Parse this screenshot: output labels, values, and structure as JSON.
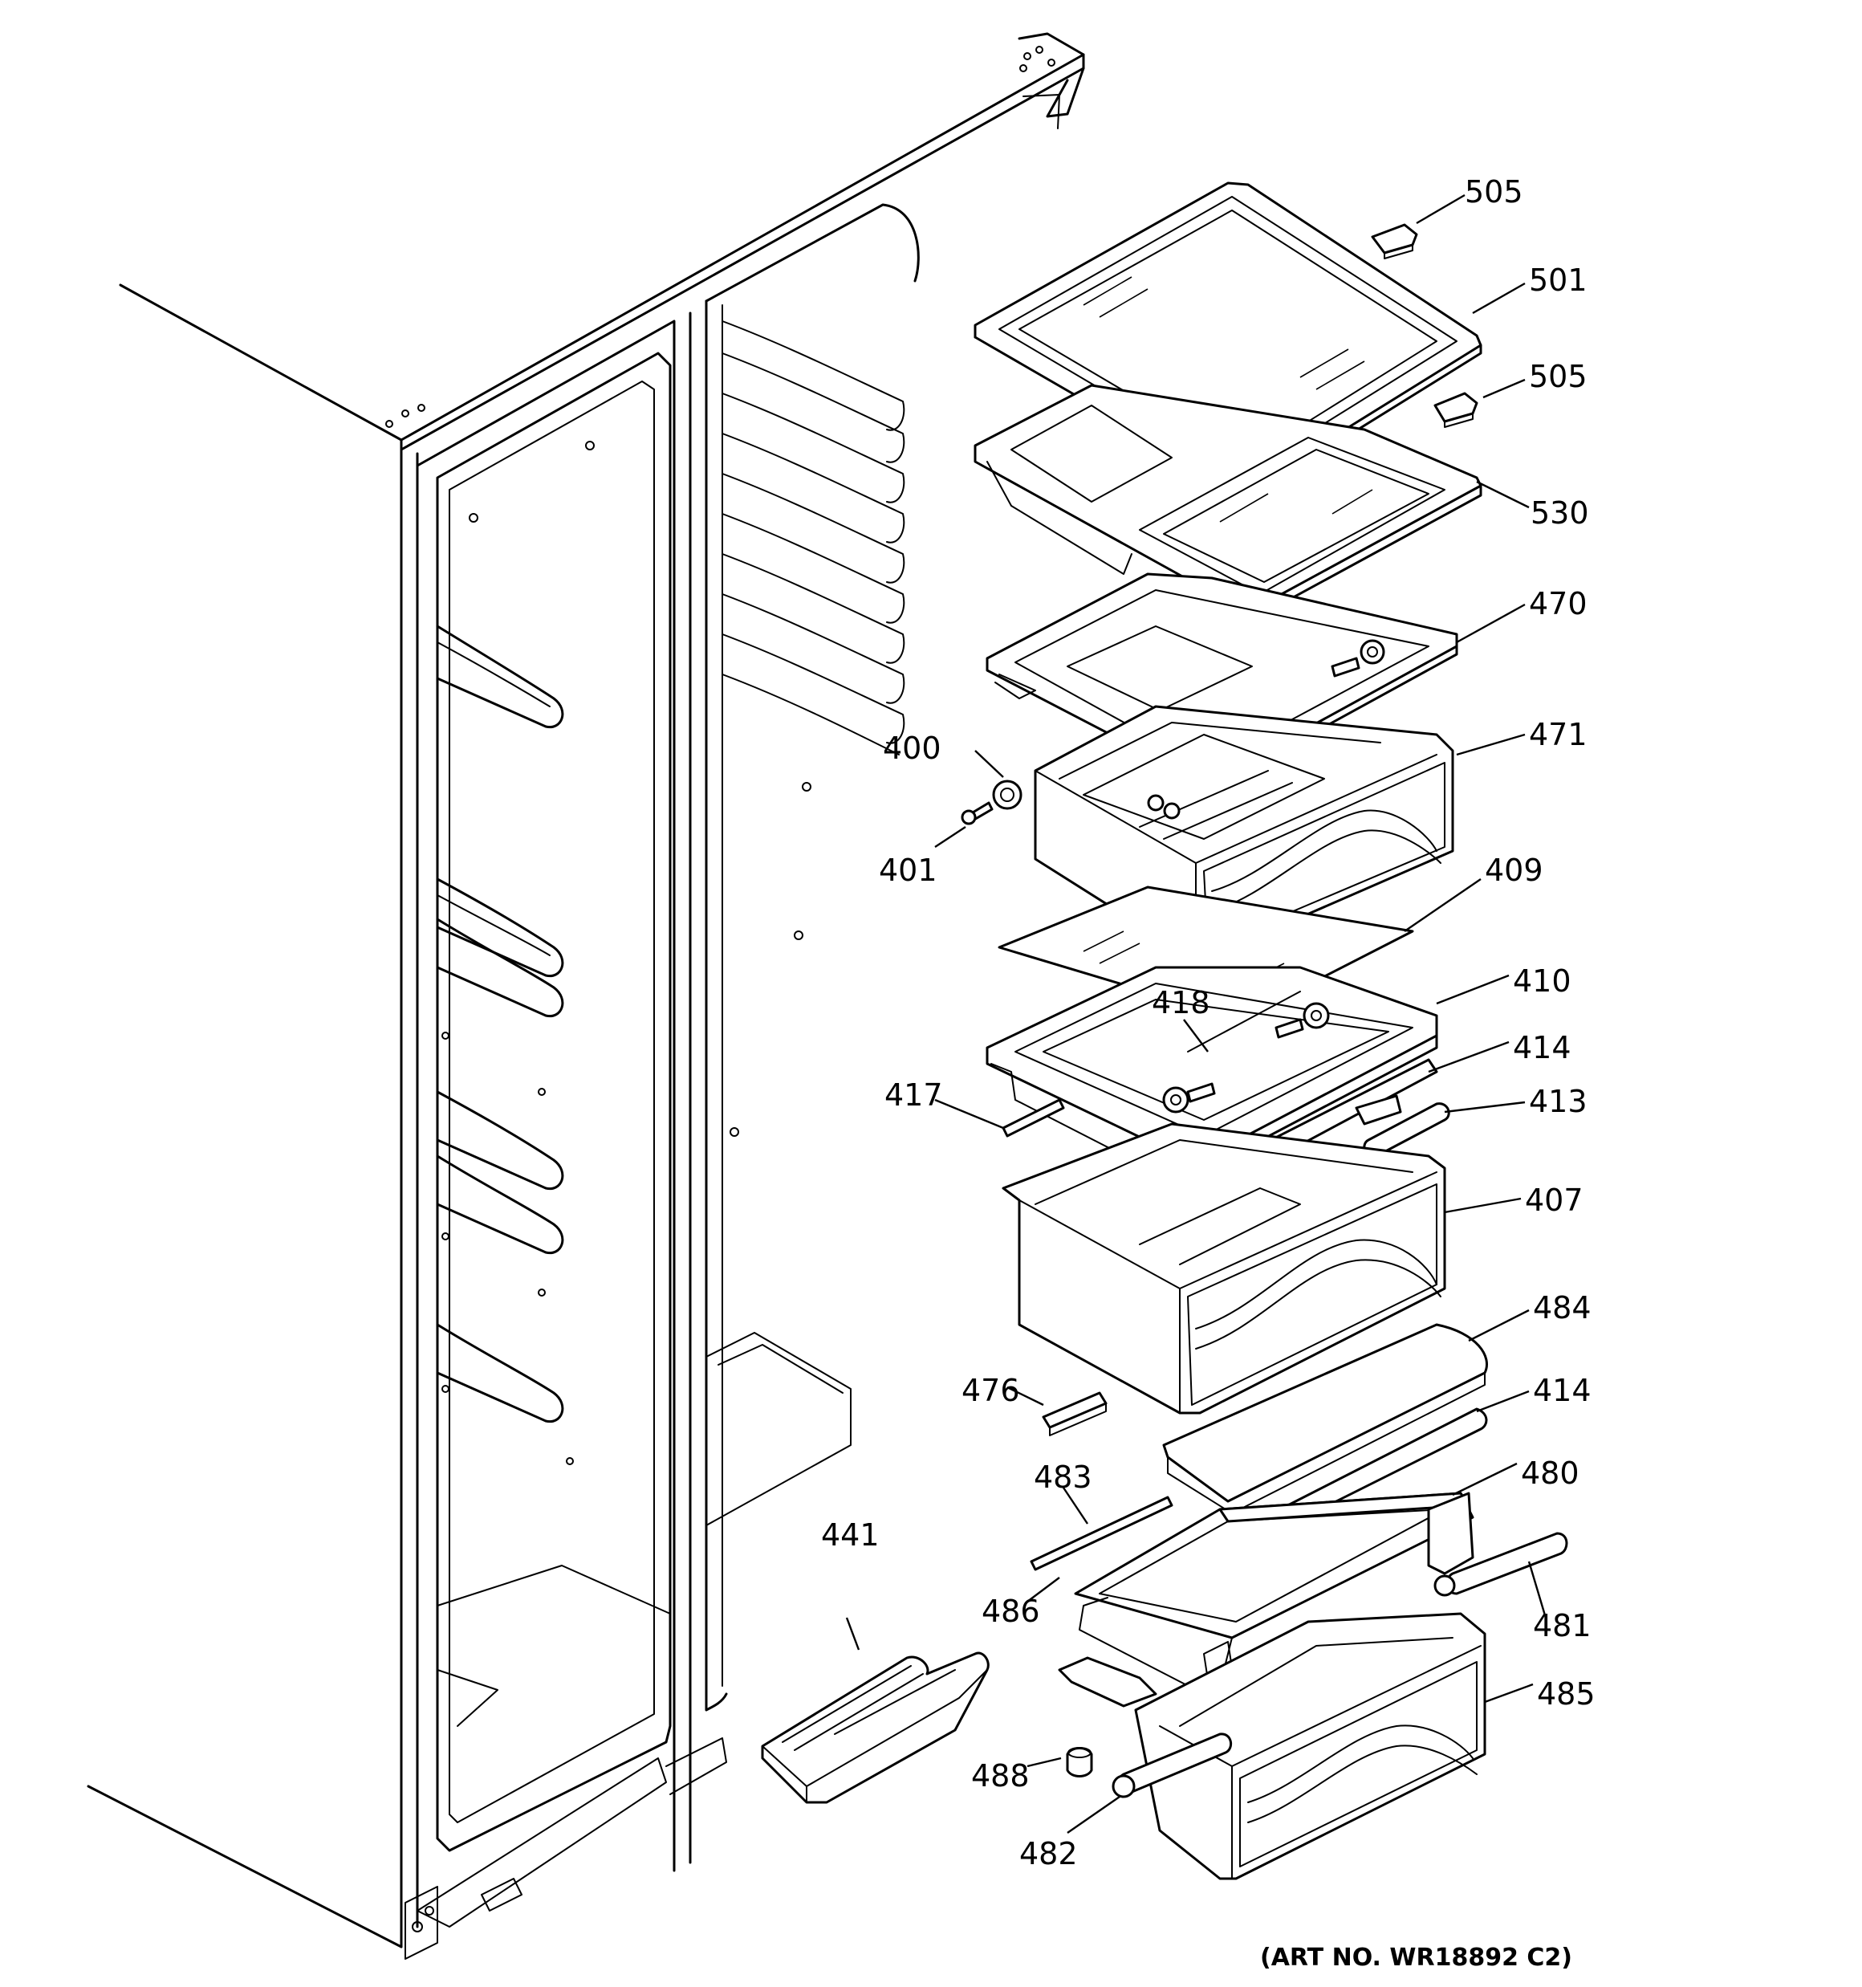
{
  "callouts": [
    {
      "id": "505",
      "label": "505"
    },
    {
      "id": "501",
      "label": "501"
    },
    {
      "id": "505b",
      "label": "505"
    },
    {
      "id": "530",
      "label": "530"
    },
    {
      "id": "470",
      "label": "470"
    },
    {
      "id": "471",
      "label": "471"
    },
    {
      "id": "400",
      "label": "400"
    },
    {
      "id": "401",
      "label": "401"
    },
    {
      "id": "409",
      "label": "409"
    },
    {
      "id": "410",
      "label": "410"
    },
    {
      "id": "418",
      "label": "418"
    },
    {
      "id": "414",
      "label": "414"
    },
    {
      "id": "417",
      "label": "417"
    },
    {
      "id": "413",
      "label": "413"
    },
    {
      "id": "407",
      "label": "407"
    },
    {
      "id": "484",
      "label": "484"
    },
    {
      "id": "476",
      "label": "476"
    },
    {
      "id": "414b",
      "label": "414"
    },
    {
      "id": "483",
      "label": "483"
    },
    {
      "id": "480",
      "label": "480"
    },
    {
      "id": "441",
      "label": "441"
    },
    {
      "id": "486",
      "label": "486"
    },
    {
      "id": "481",
      "label": "481"
    },
    {
      "id": "485",
      "label": "485"
    },
    {
      "id": "488",
      "label": "488"
    },
    {
      "id": "482",
      "label": "482"
    }
  ],
  "art_number": "(ART NO. WR18892 C2)"
}
